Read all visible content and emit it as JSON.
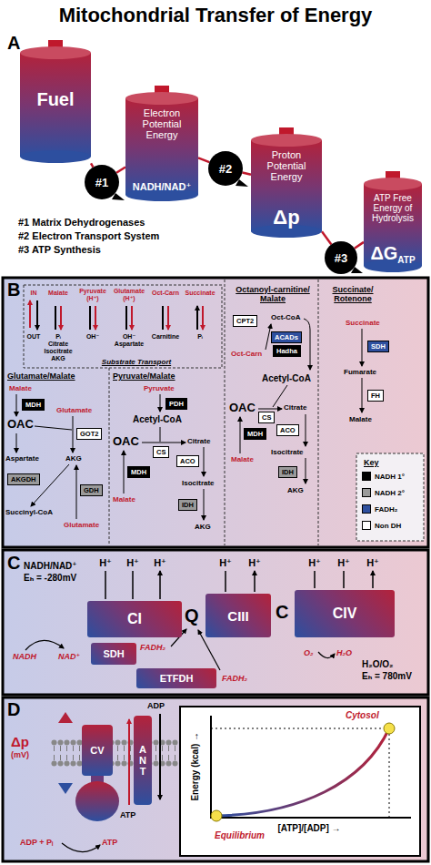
{
  "diagram": {
    "title": "Mitochondrial Transfer of Energy",
    "nodes": [
      {
        "text": [
          "Fuel"
        ]
      },
      {
        "text": [
          "#1"
        ]
      },
      {
        "text": [
          "Electron Potential Energy",
          "NADH/NAD⁺"
        ]
      },
      {
        "text": [
          "#2"
        ]
      },
      {
        "text": [
          "Proton Potential Energy",
          "Δp"
        ]
      },
      {
        "text": [
          "#3"
        ]
      },
      {
        "text": [
          "ATP Free Energy of Hydrolysis",
          "ΔG",
          "ATP"
        ]
      },
      {
        "text": [
          "MDH"
        ]
      },
      {
        "text": [
          "GOT2"
        ]
      },
      {
        "text": [
          "AKGDH"
        ]
      },
      {
        "text": [
          "GDH"
        ]
      },
      {
        "text": [
          "PDH"
        ]
      },
      {
        "text": [
          "CS"
        ]
      },
      {
        "text": [
          "MDH"
        ]
      },
      {
        "text": [
          "ACO"
        ]
      },
      {
        "text": [
          "IDH"
        ]
      },
      {
        "text": [
          "CPT2"
        ]
      },
      {
        "text": [
          "ACADs"
        ]
      },
      {
        "text": [
          "Hadha"
        ]
      },
      {
        "text": [
          "CS"
        ]
      },
      {
        "text": [
          "MDH"
        ]
      },
      {
        "text": [
          "ACO"
        ]
      },
      {
        "text": [
          "IDH"
        ]
      },
      {
        "text": [
          "SDH"
        ]
      },
      {
        "text": [
          "FH"
        ]
      },
      {
        "text": [
          "CI"
        ]
      },
      {
        "text": [
          "SDH"
        ]
      },
      {
        "text": [
          "ETFDH"
        ]
      },
      {
        "text": [
          "CIII"
        ]
      },
      {
        "text": [
          "CIV"
        ]
      },
      {
        "text": [
          "CV"
        ]
      },
      {
        "text": [
          "ANT"
        ]
      }
    ],
    "edges": [
      {
        "from": 0,
        "to": 1,
        "arrow": "none"
      },
      {
        "from": 1,
        "to": 2,
        "arrow": "none"
      },
      {
        "from": 2,
        "to": 3,
        "arrow": "none"
      },
      {
        "from": 3,
        "to": 4,
        "arrow": "none"
      },
      {
        "from": 4,
        "to": 5,
        "arrow": "none"
      },
      {
        "from": 5,
        "to": 6,
        "arrow": "none"
      }
    ],
    "labels": [
      "A",
      "#1 Matrix Dehydrogenases",
      "#2 Electron Transport System",
      "#3 ATP Synthesis",
      "B",
      "IN",
      "OUT",
      "Malate",
      "Pᵢ",
      "Citrate",
      "Isocitrate",
      "AKG",
      "Pyruvate (H⁺)",
      "OH⁻",
      "Glutamate (H⁺)",
      "OH⁻",
      "Aspartate",
      "Oct-Carn",
      "Carnitine",
      "Succinate",
      "Pᵢ",
      "Substrate Transport",
      "Glutamate/Malate",
      "Pyruvate/Malate",
      "Octanoyl-carnitine/ Malate",
      "Succinate/ Rotenone",
      "Malate",
      "OAC",
      "Glutamate",
      "Aspartate",
      "AKG",
      "Succinyl-CoA",
      "Glutamate",
      "Pyruvate",
      "Acetyl-CoA",
      "OAC",
      "Citrate",
      "Malate",
      "Isocitrate",
      "AKG",
      "Oct-CoA",
      "Oct-Carn",
      "Acetyl-CoA",
      "OAC",
      "Citrate",
      "Malate",
      "Isocitrate",
      "AKG",
      "Succinate",
      "Fumarate",
      "Malate",
      "Key",
      "C",
      "NADH/NAD⁺",
      "Eₕ = -280mV",
      "H⁺",
      "H⁺",
      "H⁺",
      "H⁺",
      "H⁺",
      "H⁺",
      "H⁺",
      "H⁺",
      "Q",
      "C",
      "NADH",
      "NAD⁺",
      "FADH₂",
      "FADH₂",
      "O₂",
      "H₂O",
      "H₂O/O₂",
      "Eₕ = 780mV",
      "D",
      "Δp",
      "(mV)",
      "ADP",
      "ATP",
      "ADP + Pᵢ",
      "ATP",
      "Energy (kcal) →",
      "[ATP]/[ADP] →",
      "Cytosol",
      "Equilibrium"
    ],
    "legend": [
      {
        "text": "NADH 1°",
        "color": "#000000"
      },
      {
        "text": "NADH 2°",
        "color": "#9a9a9a"
      },
      {
        "text": "FADH₂",
        "color": "#2e4f9e"
      },
      {
        "text": "Non DH",
        "color": "#ffffff"
      }
    ]
  }
}
